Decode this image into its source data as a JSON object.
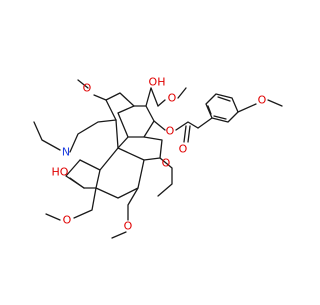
{
  "structure": {
    "colors": {
      "bond": "#1a1a1a",
      "oxygen": "#e00000",
      "nitrogen": "#2040e0"
    },
    "atom_labels": {
      "oh_top": "OH",
      "oh_left": "HO",
      "n": "N",
      "o_methoxy_top_left": "O",
      "o_methoxy_top_right": "O",
      "o_ester": "O",
      "o_carbonyl": "O",
      "o_para_methoxy": "O",
      "o_ethoxy": "O",
      "o_methoxy_lower": "O",
      "o_methoxymethyl": "O"
    }
  }
}
